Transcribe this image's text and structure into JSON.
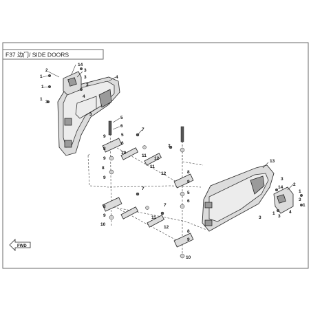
{
  "header": {
    "title": "F37 边门/ SIDE DOORS"
  },
  "front_arrow": {
    "label": "FWD"
  },
  "callouts": [
    {
      "id": "c01",
      "text": "14"
    },
    {
      "id": "c02",
      "text": "2"
    },
    {
      "id": "c03",
      "text": "1"
    },
    {
      "id": "c04",
      "text": "3"
    },
    {
      "id": "c05",
      "text": "1"
    },
    {
      "id": "c06",
      "text": "3"
    },
    {
      "id": "c07",
      "text": "4"
    },
    {
      "id": "c08",
      "text": "1"
    },
    {
      "id": "c09",
      "text": "3"
    },
    {
      "id": "c10",
      "text": "3"
    },
    {
      "id": "c11",
      "text": "5"
    },
    {
      "id": "c12",
      "text": "6"
    },
    {
      "id": "c13",
      "text": "9"
    },
    {
      "id": "c14",
      "text": "7"
    },
    {
      "id": "c15",
      "text": "8"
    },
    {
      "id": "c16",
      "text": "9"
    },
    {
      "id": "c17",
      "text": "11"
    },
    {
      "id": "c18",
      "text": "12"
    },
    {
      "id": "c19",
      "text": "5"
    },
    {
      "id": "c20",
      "text": "6"
    },
    {
      "id": "c21",
      "text": "8"
    },
    {
      "id": "c22",
      "text": "9"
    },
    {
      "id": "c23",
      "text": "10"
    },
    {
      "id": "c24",
      "text": "11"
    },
    {
      "id": "c25",
      "text": "12"
    },
    {
      "id": "c26",
      "text": "7"
    },
    {
      "id": "c27",
      "text": "7"
    },
    {
      "id": "c28",
      "text": "8"
    },
    {
      "id": "c29",
      "text": "9"
    },
    {
      "id": "c30",
      "text": "10"
    },
    {
      "id": "c31",
      "text": "7"
    },
    {
      "id": "c32",
      "text": "8"
    },
    {
      "id": "c33",
      "text": "9"
    },
    {
      "id": "c34",
      "text": "11"
    },
    {
      "id": "c35",
      "text": "12"
    },
    {
      "id": "c36",
      "text": "5"
    },
    {
      "id": "c37",
      "text": "6"
    },
    {
      "id": "c38",
      "text": "8"
    },
    {
      "id": "c39",
      "text": "9"
    },
    {
      "id": "c40",
      "text": "10"
    },
    {
      "id": "c41",
      "text": "13"
    },
    {
      "id": "c42",
      "text": "2"
    },
    {
      "id": "c43",
      "text": "1"
    },
    {
      "id": "c44",
      "text": "3"
    },
    {
      "id": "c45",
      "text": "3"
    },
    {
      "id": "c46",
      "text": "14"
    },
    {
      "id": "c47",
      "text": "1"
    },
    {
      "id": "c48",
      "text": "3"
    },
    {
      "id": "c49",
      "text": "4"
    },
    {
      "id": "c50",
      "text": "3"
    },
    {
      "id": "c51",
      "text": "1"
    },
    {
      "id": "c52",
      "text": "4"
    },
    {
      "id": "c53",
      "text": "3"
    }
  ]
}
